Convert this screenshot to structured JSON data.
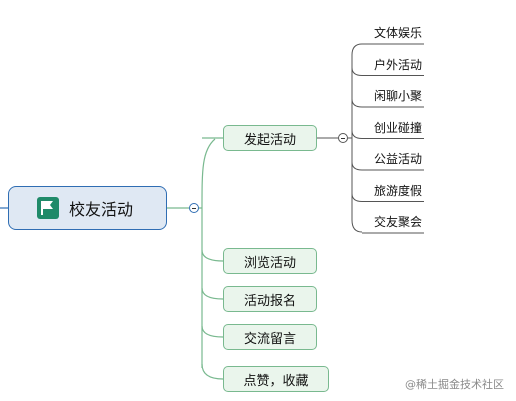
{
  "root": {
    "label": "校友活动",
    "icon": "flag-icon",
    "color": "#1f8a69"
  },
  "branches": [
    {
      "label": "发起活动",
      "children": [
        "文体娱乐",
        "户外活动",
        "闲聊小聚",
        "创业碰撞",
        "公益活动",
        "旅游度假",
        "交友聚会"
      ]
    },
    {
      "label": "浏览活动",
      "children": []
    },
    {
      "label": "活动报名",
      "children": []
    },
    {
      "label": "交流留言",
      "children": []
    },
    {
      "label": "点赞，收藏",
      "children": []
    }
  ],
  "watermark": "@稀土掘金技术社区",
  "colors": {
    "root_border": "#2f6db3",
    "root_fill": "#dfe8f3",
    "branch_border": "#79b98f",
    "branch_fill": "#eaf5ec",
    "connector": "#79b98f",
    "leaf_line": "#555555"
  }
}
